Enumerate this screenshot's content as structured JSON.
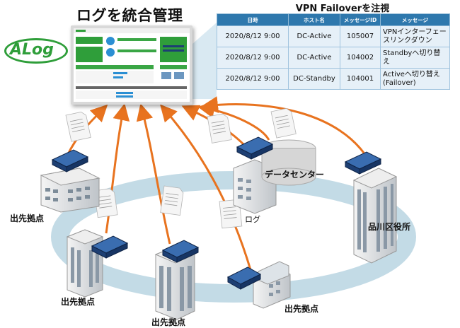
{
  "title": "ログを統合管理",
  "logo": "ALog",
  "table": {
    "title": "VPN Failoverを注視",
    "headers": [
      "日時",
      "ホスト名",
      "メッセージID",
      "メッセージ"
    ],
    "rows": [
      [
        "2020/8/12 9:00",
        "DC-Active",
        "105007",
        "VPNインターフェースリンクダウン"
      ],
      [
        "2020/8/12 9:00",
        "DC-Active",
        "104002",
        "Standbyへ切り替え"
      ],
      [
        "2020/8/12 9:00",
        "DC-Standby",
        "104001",
        "Activeへ切り替え(Failover)"
      ]
    ]
  },
  "labels": {
    "branch": "出先拠点",
    "datacenter": "データセンター",
    "ward_office": "品川区役所",
    "log": "ログ"
  },
  "colors": {
    "arrow": "#e8731f",
    "ring": "#c3dbe6",
    "table_header": "#2e78ad",
    "table_cell": "#e6f0f8",
    "logo": "#2f9e3a",
    "router": "#1d3f73"
  }
}
